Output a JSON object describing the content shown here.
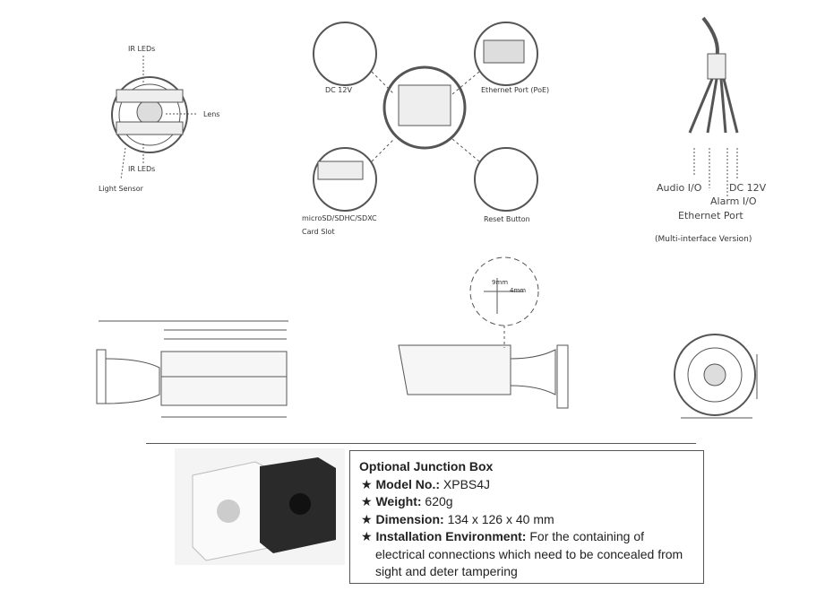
{
  "front_view": {
    "ir_leds_top": "IR LEDs",
    "lens": "Lens",
    "ir_leds_bottom": "IR LEDs",
    "light_sensor": "Light Sensor"
  },
  "interior": {
    "dc": "DC 12V",
    "ethernet": "Ethernet Port (PoE)",
    "sd_line1": "microSD/SDHC/SDXC",
    "sd_line2": "Card Slot",
    "reset": "Reset Button"
  },
  "cable": {
    "audio": "Audio I/O",
    "dc": "DC 12V",
    "alarm": "Alarm I/O",
    "ethernet": "Ethernet Port",
    "version": "(Multi-interface Version)"
  },
  "detail": {
    "d1": "9mm",
    "d2": "4mm"
  },
  "junction_box": {
    "title": "Optional Junction Box",
    "items": [
      {
        "label": "Model No.:",
        "value": "XPBS4J"
      },
      {
        "label": "Weight:",
        "value": "620g"
      },
      {
        "label": "Dimension:",
        "value": "134 x 126 x 40 mm"
      },
      {
        "label": "Installation Environment:",
        "value": "For the containing of electrical connections which need to be concealed from sight and deter tampering"
      }
    ],
    "bullet": "★"
  }
}
